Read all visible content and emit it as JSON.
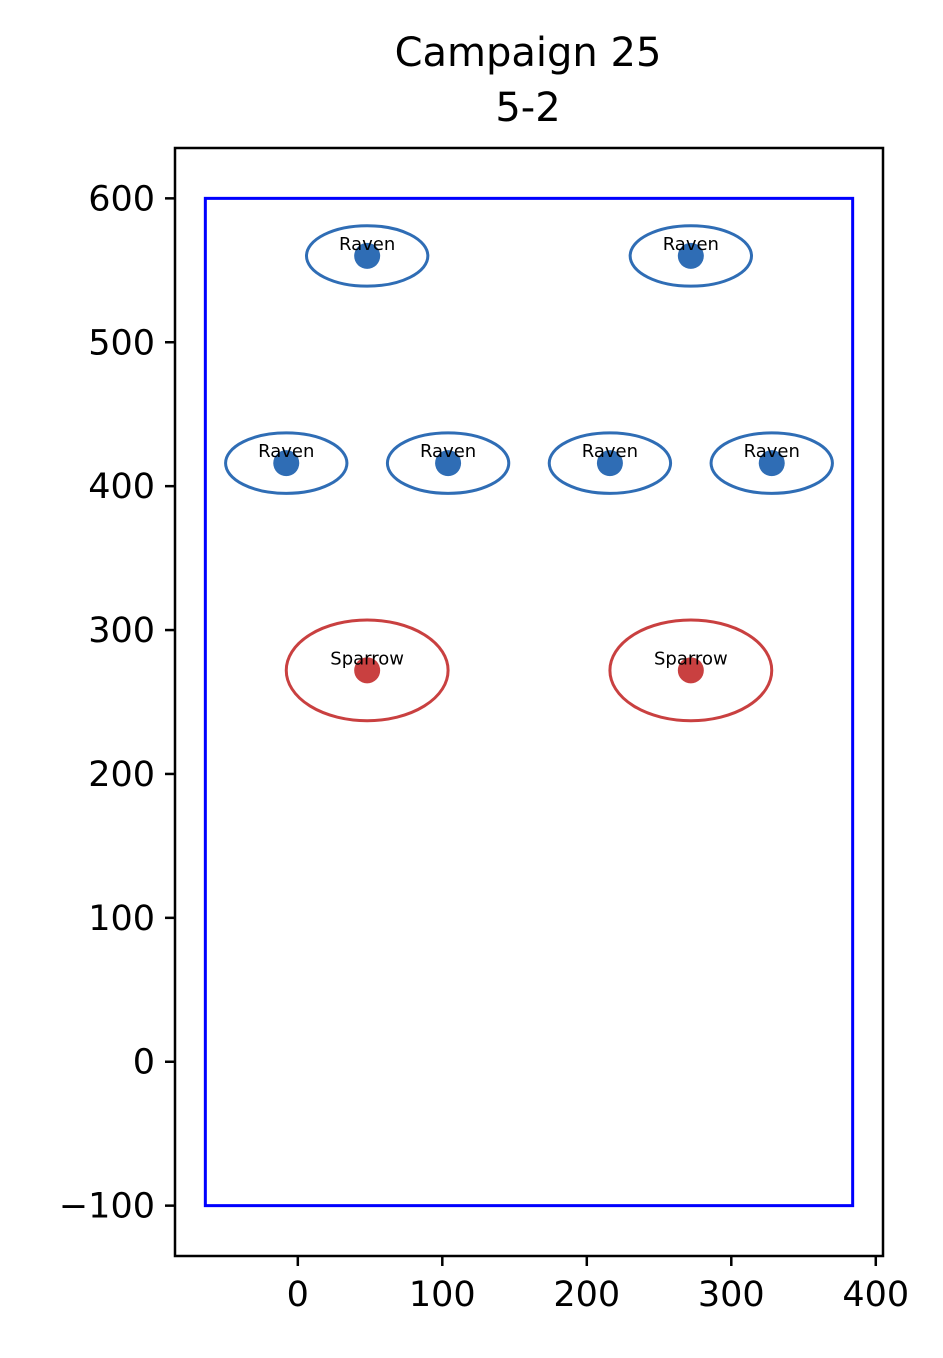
{
  "chart_data": {
    "type": "scatter",
    "title": [
      "Campaign 25",
      "5-2"
    ],
    "xlabel": "",
    "ylabel": "",
    "xlim": [
      -85,
      405
    ],
    "ylim": [
      -135,
      635
    ],
    "xticks": [
      0,
      100,
      200,
      300,
      400
    ],
    "yticks": [
      -100,
      0,
      100,
      200,
      300,
      400,
      500,
      600
    ],
    "xtick_labels": [
      "0",
      "100",
      "200",
      "300",
      "400"
    ],
    "ytick_labels": [
      "−100",
      "0",
      "100",
      "200",
      "300",
      "400",
      "500",
      "600"
    ],
    "grid": false,
    "boundary": {
      "x": [
        -64,
        384
      ],
      "y": [
        -100,
        600
      ],
      "color": "#0000ff"
    },
    "series": [
      {
        "color": "#2f6db5",
        "points": [
          {
            "x": 48,
            "y": 560,
            "label": "Raven",
            "rx": 42,
            "ry": 21
          },
          {
            "x": 272,
            "y": 560,
            "label": "Raven",
            "rx": 42,
            "ry": 21
          },
          {
            "x": -8,
            "y": 416,
            "label": "Raven",
            "rx": 42,
            "ry": 21
          },
          {
            "x": 104,
            "y": 416,
            "label": "Raven",
            "rx": 42,
            "ry": 21
          },
          {
            "x": 216,
            "y": 416,
            "label": "Raven",
            "rx": 42,
            "ry": 21
          },
          {
            "x": 328,
            "y": 416,
            "label": "Raven",
            "rx": 42,
            "ry": 21
          }
        ]
      },
      {
        "color": "#c94040",
        "points": [
          {
            "x": 48,
            "y": 272,
            "label": "Sparrow",
            "rx": 56,
            "ry": 35
          },
          {
            "x": 272,
            "y": 272,
            "label": "Sparrow",
            "rx": 56,
            "ry": 35
          }
        ]
      }
    ]
  }
}
